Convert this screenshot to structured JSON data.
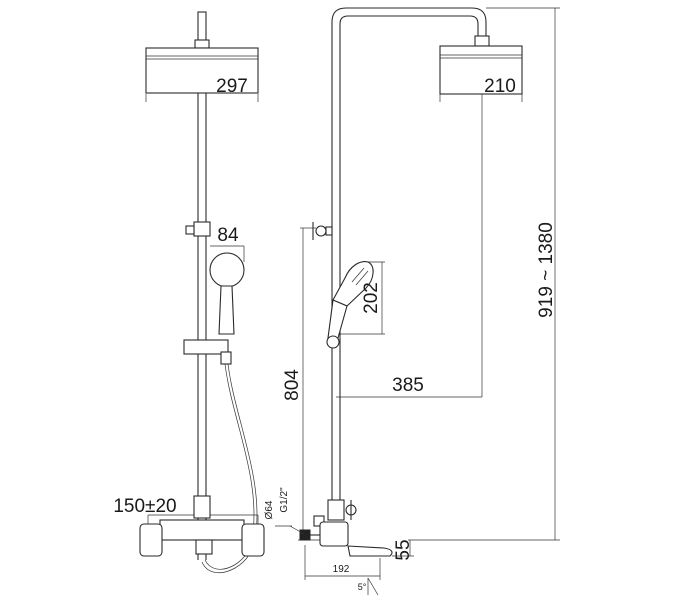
{
  "dimensions": {
    "front_head_width": "297",
    "side_head_width": "210",
    "hand_shower_diameter": "84",
    "hand_shower_length": "202",
    "bar_height_range": "919 ~ 1380",
    "mixer_height": "804",
    "arm_reach": "385",
    "inlet_spacing": "150±20",
    "connector_diameter": "Ø64",
    "thread_size": "G1/2\"",
    "spout_height": "55",
    "spout_length": "192",
    "angle": "5°"
  }
}
